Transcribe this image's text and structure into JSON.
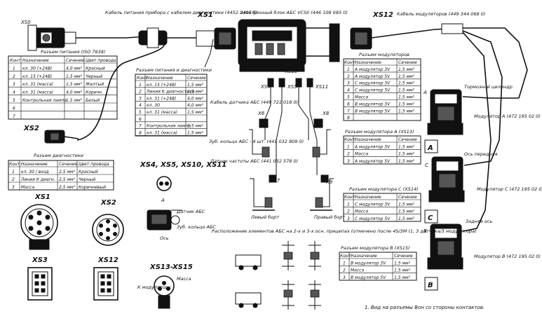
{
  "top_labels": {
    "diag_cable_label": "Кабель питания прибора с кабелем диагностики (4452 2405 б)",
    "xs1": "XS1",
    "ecu_label": "Электронный блок АБС VCSII (446 108 085 0)",
    "xs12": "XS12",
    "modulator_cable_label": "Кабель модуляторов (449 344 068 0)",
    "xs0": "XS0"
  },
  "power_table": {
    "title": "Разъем питания (ISO 7638)",
    "headers": [
      "Конт.",
      "Назначение",
      "Сечение",
      "Цвет провода"
    ],
    "rows": [
      [
        "1",
        "кл. 30 (+24В)",
        "4,0 мм²",
        "Красный"
      ],
      [
        "2",
        "кл. 15 (+24В)",
        "1,5 мм²",
        "Черный"
      ],
      [
        "3",
        "кл. 31 (масса)",
        "1,5 мм²",
        "Желтый"
      ],
      [
        "4",
        "кл. 31 (масса)",
        "4,0 мм²",
        "Коричн."
      ],
      [
        "5",
        "Контрольная лампа",
        "1,5 мм²",
        "Белый"
      ],
      [
        "6",
        "",
        "",
        ""
      ],
      [
        "7",
        "",
        "",
        ""
      ]
    ]
  },
  "diag_table": {
    "title": "Разъем питания и диагностики",
    "headers": [
      "Конт.",
      "Назначение",
      "Сечение"
    ],
    "rows": [
      [
        "1",
        "кл. 15 (+24В)",
        "1,5 мм²"
      ],
      [
        "2",
        "Линия К диагностика",
        "1,5 мм²"
      ],
      [
        "3",
        "кл. 31 (+24В)",
        "4,0 мм²"
      ],
      [
        "4",
        "кл. 30",
        "4,0 мм²"
      ],
      [
        "5",
        "кл. 31 (масса)",
        "1,5 мм²"
      ],
      [
        "6",
        "",
        ""
      ],
      [
        "7",
        "Контрольная лампа",
        "1,5 мм²"
      ],
      [
        "8",
        "кл. 31 (масса)",
        "1,5 мм²"
      ]
    ]
  },
  "sensor_labels": {
    "xs4": "XS4",
    "xs5": "XS5",
    "xs10": "XS10",
    "xs11": "XS11",
    "x6": "X6",
    "x8": "X8",
    "x7": "X7",
    "x9": "X9",
    "sensor_cable_label": "Кабель датчика АБС (449 721 018 0)",
    "ring_label": "Зуб. кольцо АБС - 4 шт. (441 032 809 0)",
    "sensor_label": "Датчик частоты АБС (441 032 578 0)",
    "left_wheel": "Левый борт",
    "right_wheel": "Правый борт"
  },
  "xs2": {
    "label": "XS2",
    "table_title": "Разъем диагностики",
    "headers": [
      "Конт.",
      "Назначение",
      "Сечение",
      "Цвет провода"
    ],
    "rows": [
      [
        "1",
        "кл. 30 / вход",
        "2,5 мм²",
        "Красный"
      ],
      [
        "2",
        "Линия К диагн.",
        "2,5 мм²",
        "Черный"
      ],
      [
        "3",
        "Масса",
        "2,5 мм²",
        "Коричневый"
      ]
    ]
  },
  "mod_table_main": {
    "title": "Разъем модуляторов",
    "headers": [
      "Конт.",
      "Назначение",
      "Сечение"
    ],
    "rows": [
      [
        "1",
        "A модулятор 3V",
        "1,5 мм²"
      ],
      [
        "2",
        "A модулятор 5V",
        "1,5 мм²"
      ],
      [
        "3",
        "C модулятор 3V",
        "1,5 мм²"
      ],
      [
        "4",
        "C модулятор 5V",
        "1,5 мм²"
      ],
      [
        "5",
        "Масса",
        "1,5 мм²"
      ],
      [
        "6",
        "B модулятор 3V",
        "1,5 мм²"
      ],
      [
        "7",
        "B модулятор 5V",
        "1,5 мм²"
      ],
      [
        "8",
        "",
        ""
      ]
    ]
  },
  "mod_table_a": {
    "title": "Разъем модулятора A (XS13)",
    "headers": [
      "Конт.",
      "Назначение",
      "Сечение"
    ],
    "rows": [
      [
        "1",
        "A модулятор 3V",
        "1,5 мм²"
      ],
      [
        "2",
        "Масса",
        "1,5 мм²"
      ],
      [
        "3",
        "A модулятор 5V",
        "1,5 мм²"
      ]
    ]
  },
  "mod_table_c": {
    "title": "Разъем модулятора С (XS14)",
    "headers": [
      "Конт.",
      "Назначение",
      "Сечение"
    ],
    "rows": [
      [
        "1",
        "C модулятор 3V",
        "1,5 мм²"
      ],
      [
        "2",
        "Масса",
        "1,5 мм²"
      ],
      [
        "3",
        "C модулятор 5V",
        "1,5 мм²"
      ]
    ]
  },
  "mod_table_b": {
    "title": "Разъем модулятора В (XS15)",
    "headers": [
      "Конт.",
      "Назначение",
      "Сечение"
    ],
    "rows": [
      [
        "1",
        "B модулятор 3V",
        "1,5 мм²"
      ],
      [
        "2",
        "Масса",
        "1,5 мм²"
      ],
      [
        "3",
        "B модулятор 5V",
        "1,5 мм²"
      ]
    ]
  },
  "modulators": {
    "a_letter": "A",
    "c_letter": "C",
    "b_letter": "B",
    "a_caption": "Модулятор А (472 195 02 0)",
    "c_caption": "Модулятор С (472 195 02 0)",
    "b_caption": "Модулятор В (472 195 02 0)",
    "a_note": "Тормозной цилиндр",
    "c_note": "Ось передняя",
    "b_note": "Задняя ось",
    "a_box": "A",
    "c_box": "C",
    "b_box": "B"
  },
  "pinout_labels": {
    "xs4_group": "XS4, XS5, XS10, XS11",
    "a_label": "А",
    "sensor_part1": "Датчик АБС",
    "sensor_part2": "Зуб. кольцо АБС",
    "sensor_part3": "Ось",
    "xs1": "XS1",
    "xs2": "XS2",
    "xs3": "XS3",
    "xs12": "XS12",
    "xs13_group": "XS13-XS15",
    "module_conn_label": "К модулятору",
    "module_conn_label2": "Масса"
  },
  "scheme_title": "Расположение элементов АБС на 2-х и 3-х осн. прицепах (отмечено после 4S/3M (1, 3 датчика/3 модулятора)",
  "footnote": "1. Вид на разъемы Вон со стороны контактов.",
  "colors": {
    "ink": "#111111",
    "background": "#ffffff"
  }
}
